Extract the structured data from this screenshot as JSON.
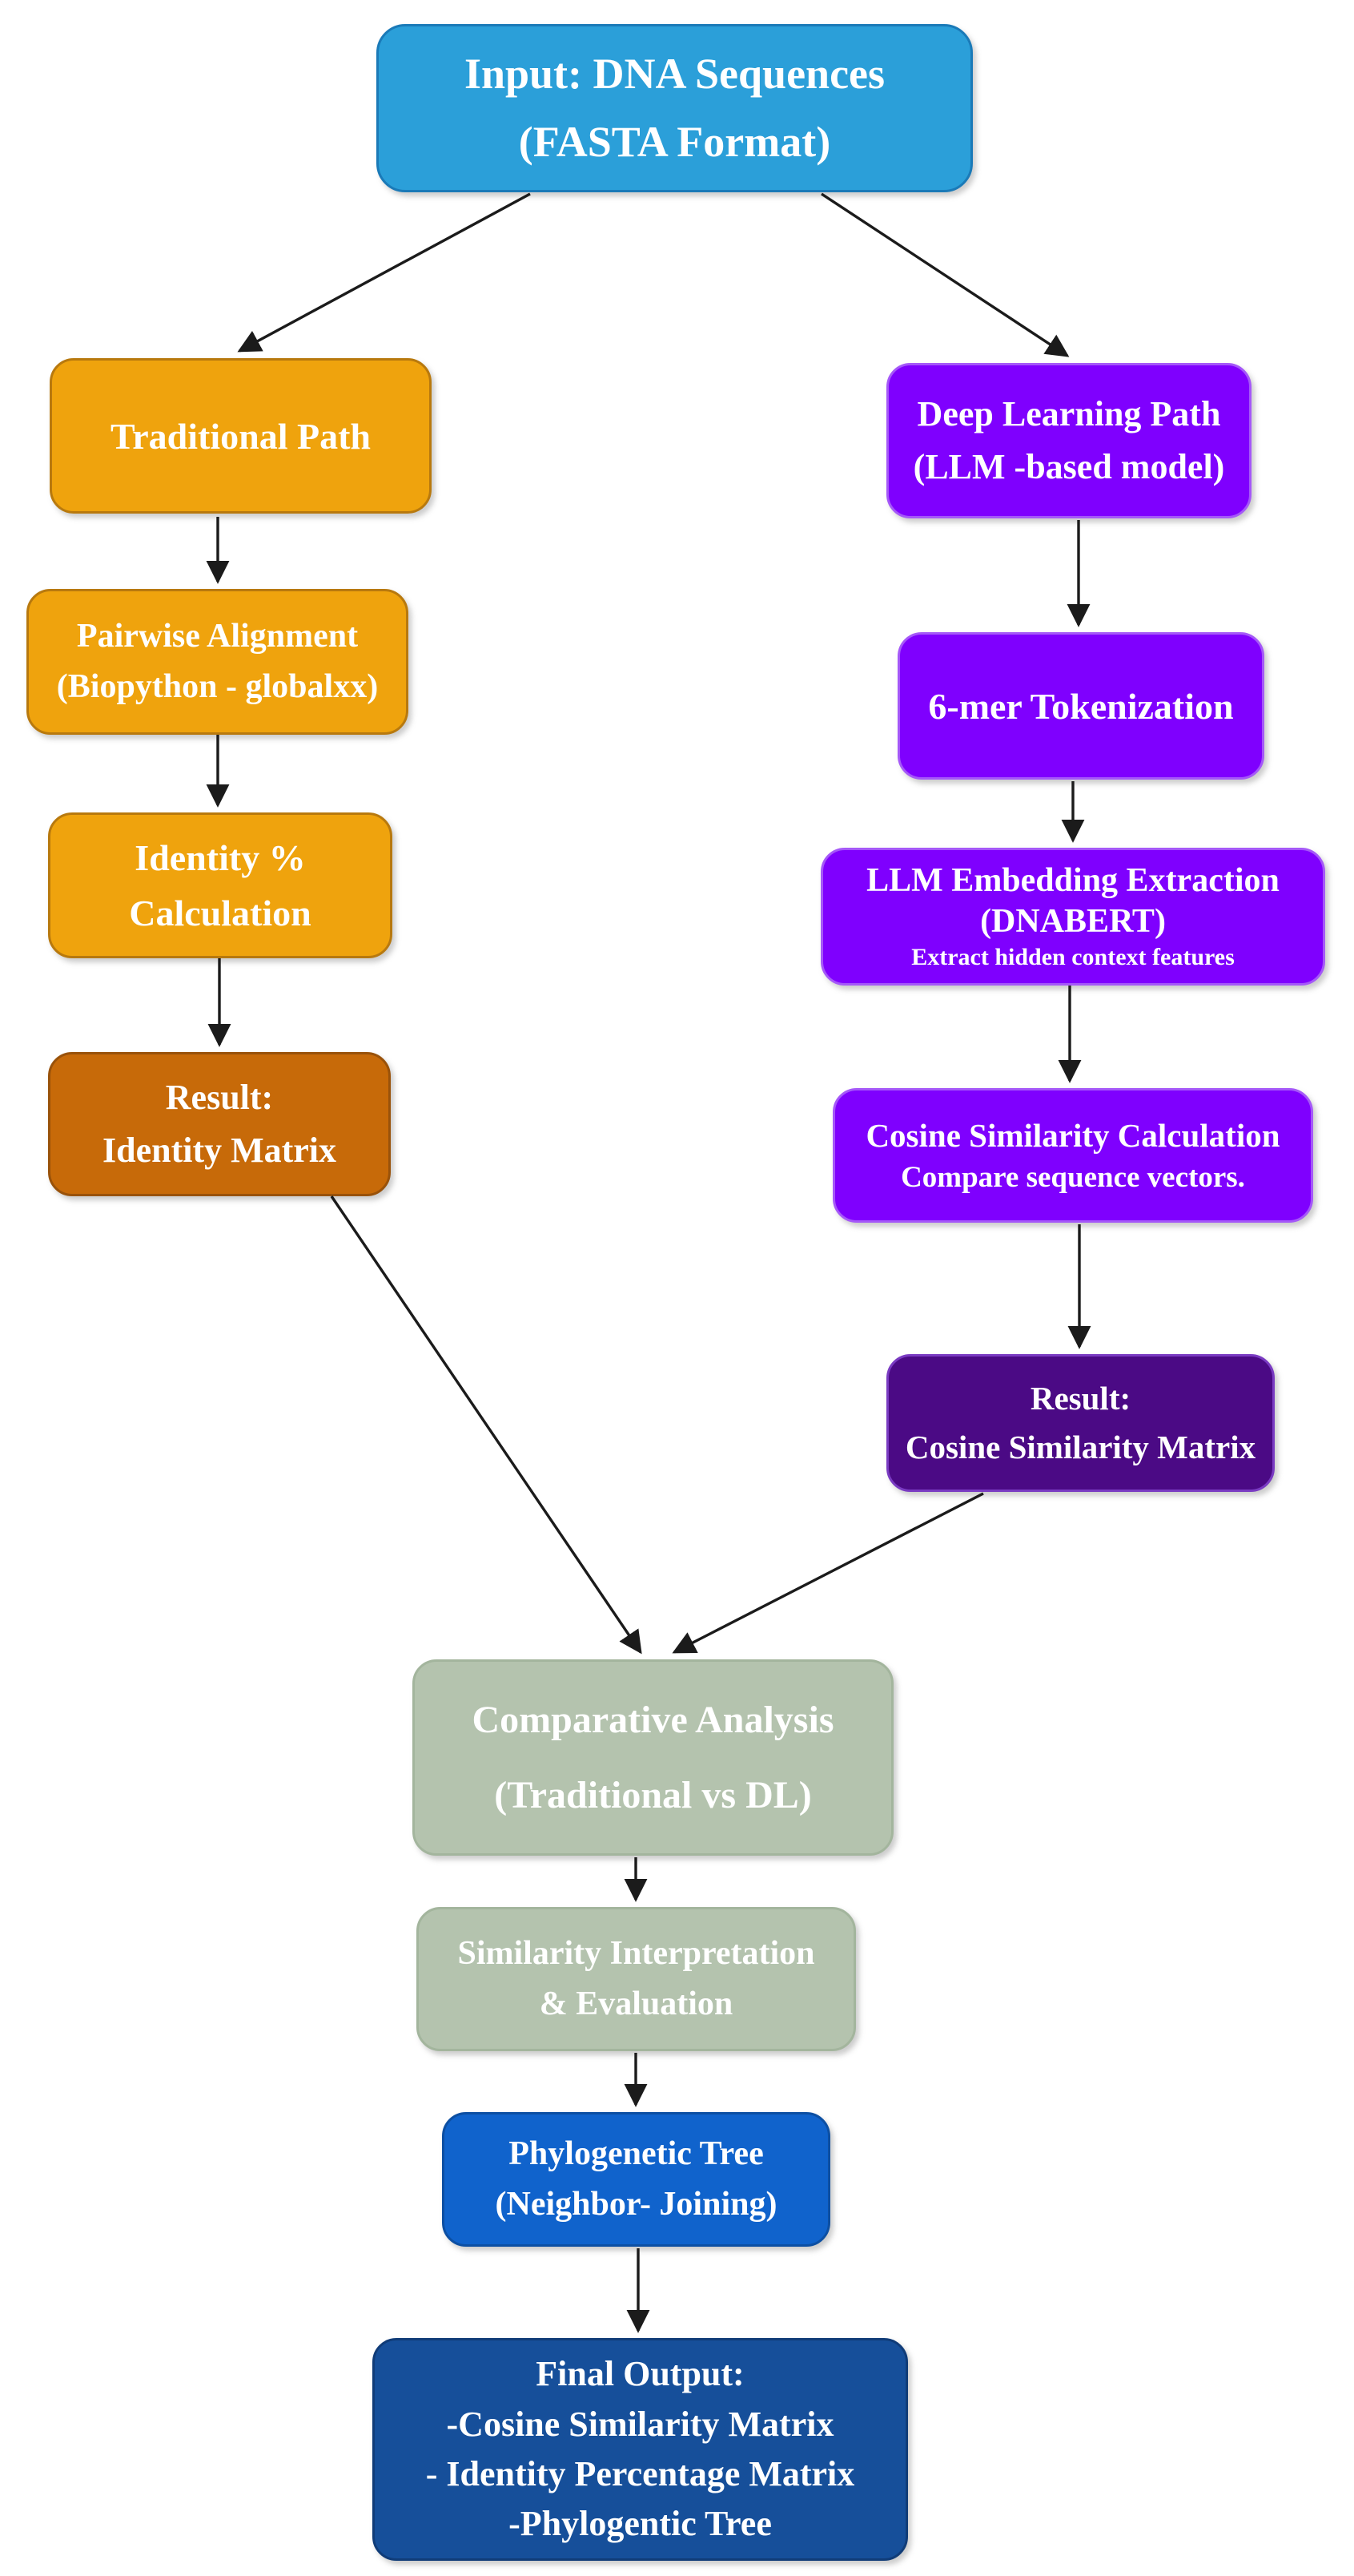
{
  "diagram": {
    "type": "flowchart",
    "arrow_color": "#1b1b1b",
    "background": "#ffffff",
    "text_color": "#ffffff"
  },
  "nodes": {
    "input": {
      "lines": [
        "Input: DNA Sequences",
        "(FASTA Format)"
      ],
      "fill": "#2b9fd9",
      "border": "#1a7ab8"
    },
    "traditional": {
      "lines": [
        "Traditional Path"
      ],
      "fill": "#efa30d",
      "border": "#b8790e"
    },
    "pairwise": {
      "lines": [
        "Pairwise Alignment",
        "(Biopython - globalxx)"
      ],
      "fill": "#efa30d",
      "border": "#b8790e"
    },
    "identity": {
      "lines": [
        "Identity %",
        "Calculation"
      ],
      "fill": "#efa30d",
      "border": "#b8790e"
    },
    "result_identity": {
      "lines": [
        "Result:",
        "Identity Matrix"
      ],
      "fill": "#c76a09",
      "border": "#99520a"
    },
    "dlp": {
      "lines": [
        "Deep Learning Path",
        "(LLM -based model)"
      ],
      "fill": "#7f00fe",
      "border": "#a558f8"
    },
    "sixmer": {
      "lines": [
        "6-mer Tokenization"
      ],
      "fill": "#7f00fe",
      "border": "#a558f8"
    },
    "llm": {
      "lines": [
        "LLM Embedding Extraction",
        "(DNABERT)"
      ],
      "subline": "Extract hidden context features",
      "fill": "#7f00fe",
      "border": "#a558f8"
    },
    "cosine": {
      "lines": [
        "Cosine Similarity Calculation"
      ],
      "subline": "Compare sequence vectors.",
      "fill": "#7f00fe",
      "border": "#a558f8"
    },
    "result_cosine": {
      "lines": [
        "Result:",
        "Cosine Similarity Matrix"
      ],
      "fill": "#4b0a85",
      "border": "#7a3bc2"
    },
    "comparative": {
      "lines": [
        "Comparative Analysis",
        "(Traditional vs DL)"
      ],
      "fill": "#b4c3ae",
      "border": "#a3b59d"
    },
    "similarity": {
      "lines": [
        "Similarity Interpretation",
        "& Evaluation"
      ],
      "fill": "#b4c3ae",
      "border": "#a3b59d"
    },
    "phylo": {
      "lines": [
        "Phylogenetic Tree",
        "(Neighbor- Joining)"
      ],
      "fill": "#1063cc",
      "border": "#0c4fa3"
    },
    "final": {
      "lines": [
        "Final Output:",
        "-Cosine Similarity Matrix",
        "- Identity Percentage Matrix",
        "-Phylogentic Tree"
      ],
      "fill": "#164f9a",
      "border": "#103c78"
    }
  },
  "edges": [
    {
      "from": "input",
      "to": "traditional"
    },
    {
      "from": "input",
      "to": "dlp"
    },
    {
      "from": "traditional",
      "to": "pairwise"
    },
    {
      "from": "pairwise",
      "to": "identity"
    },
    {
      "from": "identity",
      "to": "result_identity"
    },
    {
      "from": "result_identity",
      "to": "comparative"
    },
    {
      "from": "dlp",
      "to": "sixmer"
    },
    {
      "from": "sixmer",
      "to": "llm"
    },
    {
      "from": "llm",
      "to": "cosine"
    },
    {
      "from": "cosine",
      "to": "result_cosine"
    },
    {
      "from": "result_cosine",
      "to": "comparative"
    },
    {
      "from": "comparative",
      "to": "similarity"
    },
    {
      "from": "similarity",
      "to": "phylo"
    },
    {
      "from": "phylo",
      "to": "final"
    }
  ]
}
